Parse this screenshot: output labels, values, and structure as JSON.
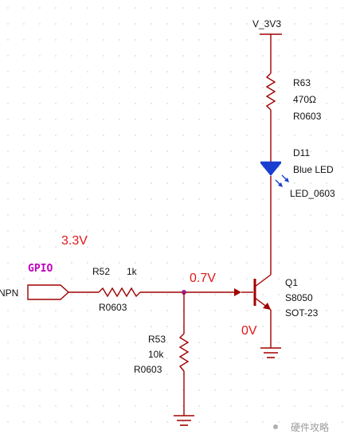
{
  "colors": {
    "wire": "#a00000",
    "label": "#111111",
    "led": "#1a3fd0",
    "gpio": "#c000c0",
    "annotation": "#e01818",
    "grid": "#d8d8d8",
    "junction": "#a02090"
  },
  "power": {
    "net": "V_3V3"
  },
  "r63": {
    "ref": "R63",
    "value": "470Ω",
    "package": "R0603"
  },
  "d11": {
    "ref": "D11",
    "value": "Blue LED",
    "package": "LED_0603"
  },
  "gpio": {
    "label": "GPIO",
    "net": "NPN"
  },
  "r52": {
    "ref": "R52",
    "value": "1k",
    "package": "R0603"
  },
  "r53": {
    "ref": "R53",
    "value": "10k",
    "package": "R0603"
  },
  "q1": {
    "ref": "Q1",
    "value": "S8050",
    "package": "SOT-23"
  },
  "annotations": {
    "gpio_voltage": "3.3V",
    "base_voltage": "0.7V",
    "emitter_voltage": "0V"
  },
  "watermark": {
    "text": "硬件攻略"
  }
}
